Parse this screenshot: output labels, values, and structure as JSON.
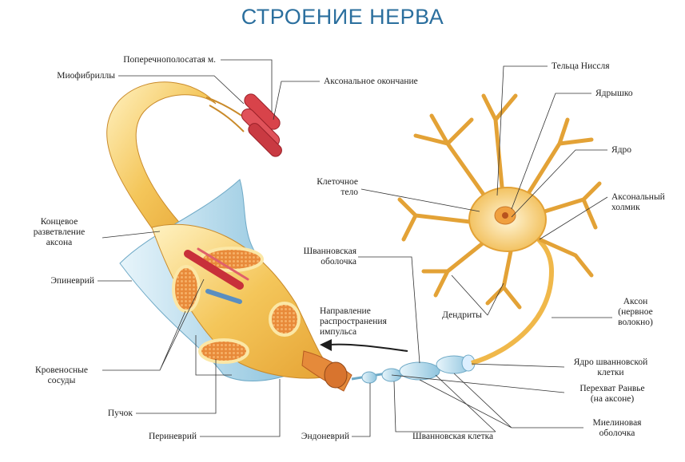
{
  "title": "СТРОЕНИЕ НЕРВА",
  "colors": {
    "title": "#2b6f9e",
    "nerve_yellow": "#f2c255",
    "nerve_light": "#fbe7a6",
    "fascicle_orange": "#e0813a",
    "muscle_red": "#d8434a",
    "sheath_blue": "#a9d3e8",
    "blood_red": "#c8303a",
    "line": "#333333"
  },
  "labels": {
    "striated_muscle": "Поперечнополосатая м.",
    "myofibrils": "Миофибриллы",
    "axon_terminal": "Аксональное окончание",
    "nissl_bodies": "Тельца Ниссля",
    "nucleolus": "Ядрышко",
    "nucleus": "Ядро",
    "cell_body": "Клеточное\nтело",
    "axon_hillock": "Аксональный\nхолмик",
    "terminal_branching": "Концевое\nразветвление\nаксона",
    "schwann_sheath": "Шванновская\nоболочка",
    "epineurium": "Эпиневрий",
    "impulse_direction": "Направление\nраспространения\nимпульса",
    "dendrites": "Дендриты",
    "axon": "Аксон\n(нервное\nволокно)",
    "blood_vessels": "Кровеносные\nсосуды",
    "schwann_nucleus": "Ядро шванновской\nклетки",
    "ranvier_node": "Перехват Ранвье\n(на аксоне)",
    "fascicle": "Пучок",
    "perineurium": "Периневрий",
    "endoneurium": "Эндоневрий",
    "schwann_cell": "Шванновская клетка",
    "myelin_sheath": "Миелиновая\nоболочка"
  }
}
